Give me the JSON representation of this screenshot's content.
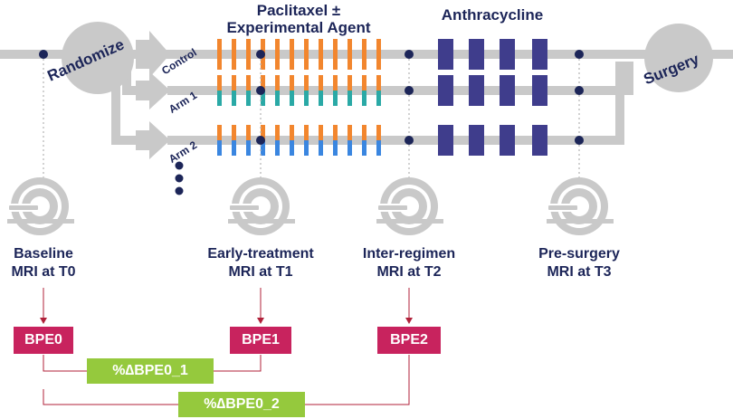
{
  "randomize_label": "Randomize",
  "surgery_label": "Surgery",
  "paclitaxel_title": [
    "Paclitaxel ±",
    "Experimental Agent"
  ],
  "anthracycline_title": "Anthracycline",
  "arms": [
    {
      "label": "Control",
      "color": "#f2862e"
    },
    {
      "label": "Arm 1",
      "color": "#2aa9a6"
    },
    {
      "label": "Arm 2",
      "color": "#3a86e0"
    }
  ],
  "colors": {
    "track": "#c9c9c9",
    "navy": "#1c2558",
    "anthracycline": "#3f3d8c",
    "orange": "#f2862e",
    "teal": "#2aa9a6",
    "blue": "#3a86e0",
    "bpe": "#c8235e",
    "delta": "#95c93d",
    "bracket": "#b0213a"
  },
  "mri": [
    {
      "line1": "Baseline",
      "line2": "MRI at T0",
      "icon": "mri-scanner-icon"
    },
    {
      "line1": "Early-treatment",
      "line2": "MRI at T1",
      "icon": "mri-scanner-icon"
    },
    {
      "line1": "Inter-regimen",
      "line2": "MRI at T2",
      "icon": "mri-scanner-icon"
    },
    {
      "line1": "Pre-surgery",
      "line2": "MRI at T3",
      "icon": "mri-scanner-icon"
    }
  ],
  "bpe": [
    "BPE0",
    "BPE1",
    "BPE2"
  ],
  "delta": [
    "%∆BPE0_1",
    "%∆BPE0_2"
  ]
}
